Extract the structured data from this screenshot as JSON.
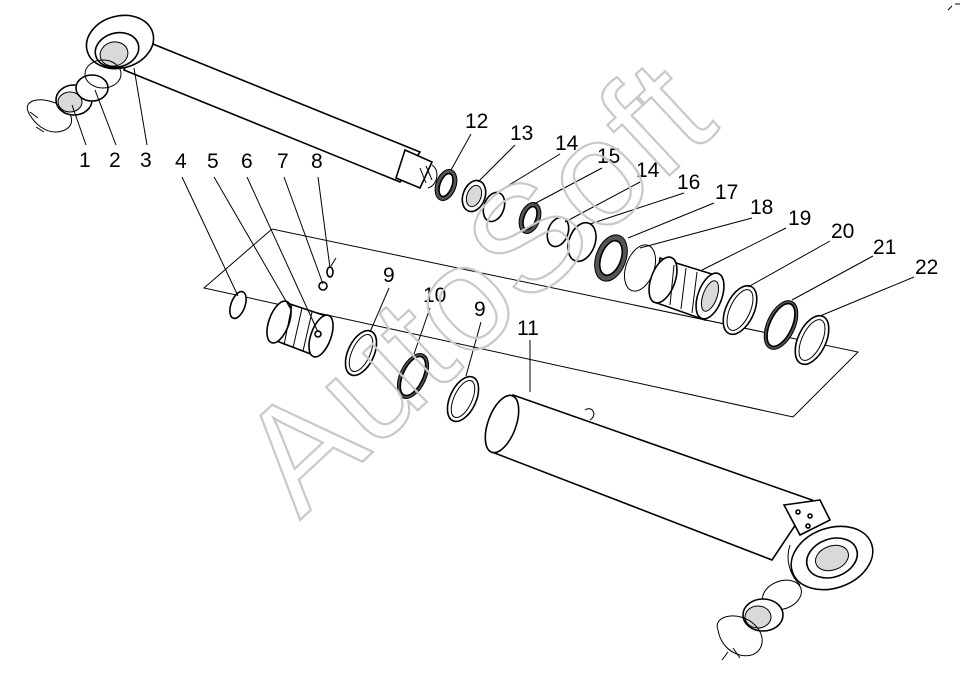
{
  "watermark": "AutoSoft",
  "callouts": [
    {
      "id": "c1",
      "text": "1"
    },
    {
      "id": "c2",
      "text": "2"
    },
    {
      "id": "c3",
      "text": "3"
    },
    {
      "id": "c4",
      "text": "4"
    },
    {
      "id": "c5",
      "text": "5"
    },
    {
      "id": "c6",
      "text": "6"
    },
    {
      "id": "c7",
      "text": "7"
    },
    {
      "id": "c8",
      "text": "8"
    },
    {
      "id": "c9a",
      "text": "9"
    },
    {
      "id": "c10",
      "text": "10"
    },
    {
      "id": "c9b",
      "text": "9"
    },
    {
      "id": "c11",
      "text": "11"
    },
    {
      "id": "c12",
      "text": "12"
    },
    {
      "id": "c13",
      "text": "13"
    },
    {
      "id": "c14a",
      "text": "14"
    },
    {
      "id": "c15",
      "text": "15"
    },
    {
      "id": "c14b",
      "text": "14"
    },
    {
      "id": "c16",
      "text": "16"
    },
    {
      "id": "c17",
      "text": "17"
    },
    {
      "id": "c18",
      "text": "18"
    },
    {
      "id": "c19",
      "text": "19"
    },
    {
      "id": "c20",
      "text": "20"
    },
    {
      "id": "c21",
      "text": "21"
    },
    {
      "id": "c22",
      "text": "22"
    }
  ]
}
